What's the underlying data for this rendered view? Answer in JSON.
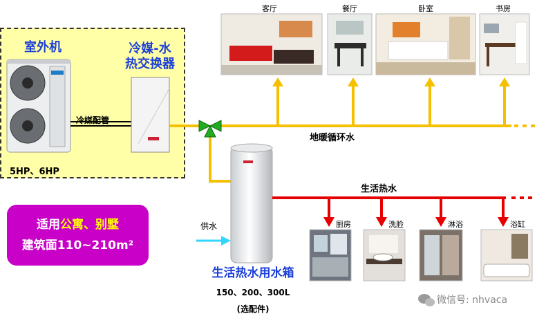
{
  "outdoor_unit": {
    "title": "室外机",
    "spec": "5HP、6HP"
  },
  "exchanger": {
    "title_line1": "冷媒-水",
    "title_line2": "热交换器"
  },
  "pipe_label": "冷媒配管",
  "floor_heating_label": "地暖循环水",
  "hot_water_label": "生活热水",
  "supply_label": "供水",
  "tank": {
    "title": "生活热水用水箱",
    "sizes": "150、200、300L",
    "note": "(选配件)"
  },
  "rooms_top": [
    {
      "label": "客厅"
    },
    {
      "label": "餐厅"
    },
    {
      "label": "卧室"
    },
    {
      "label": "书房"
    }
  ],
  "rooms_bottom": [
    {
      "label": "厨房"
    },
    {
      "label": "洗脸"
    },
    {
      "label": "淋浴"
    },
    {
      "label": "浴缸"
    }
  ],
  "promo": {
    "prefix": "适用",
    "highlight": "公寓、别墅",
    "line2": "建筑面110~210m²"
  },
  "watermark": "微信号: nhvaca",
  "colors": {
    "heating_pipe": "#f5c000",
    "hot_water_pipe": "#e60000",
    "supply_arrow": "#33d6ff",
    "valve": "#22aa22"
  }
}
